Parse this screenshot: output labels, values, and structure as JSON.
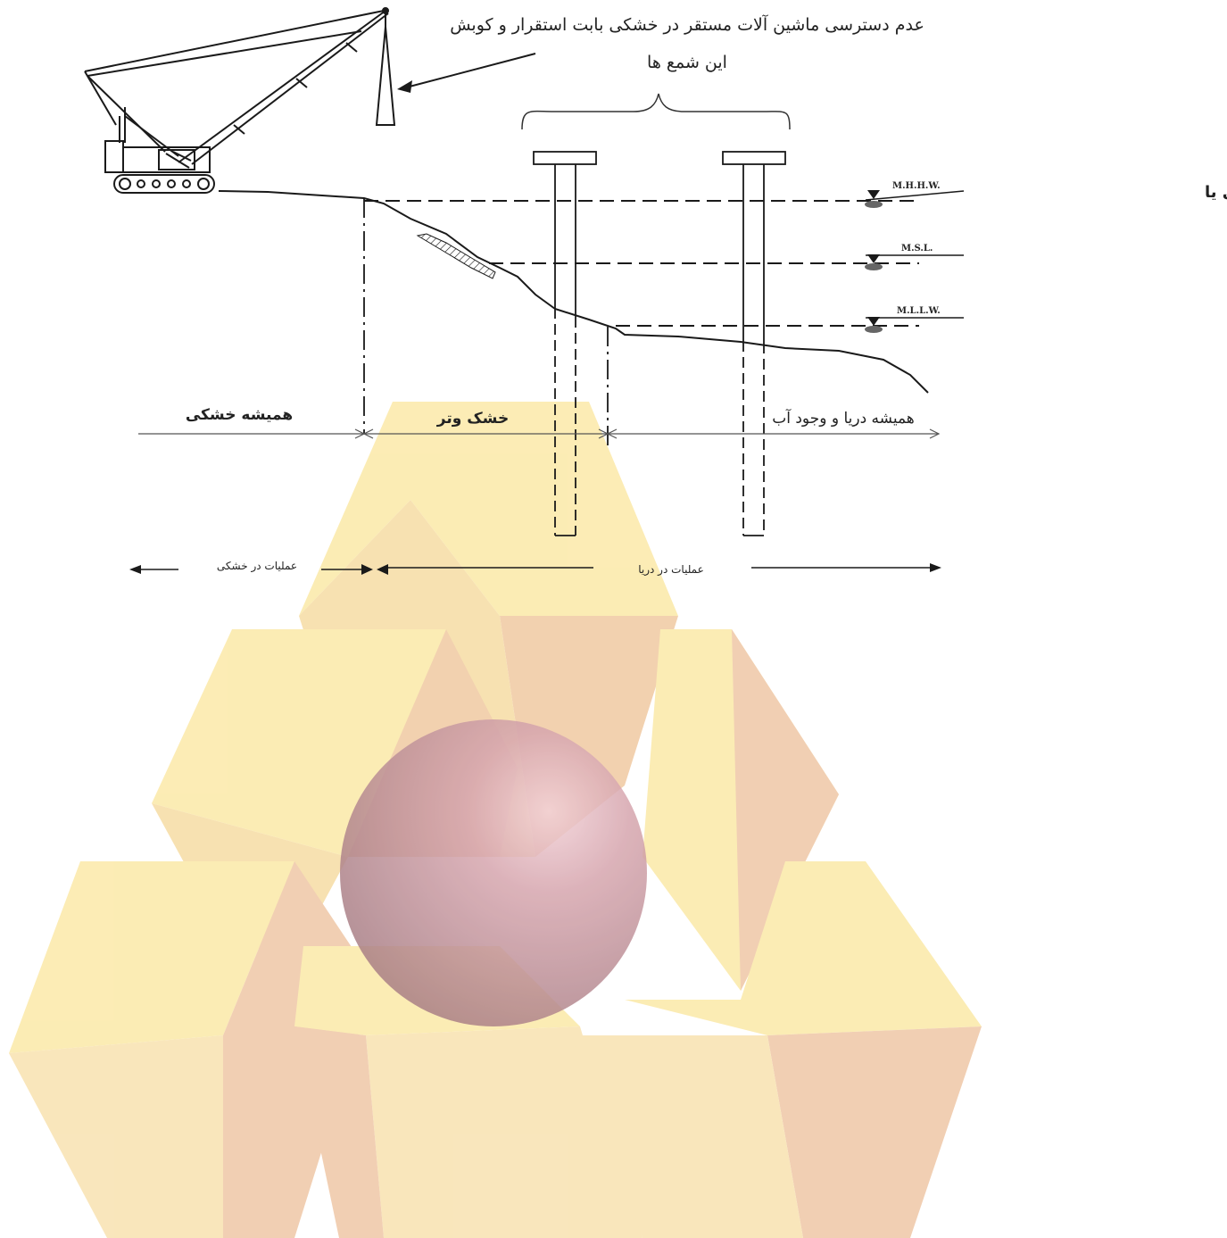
{
  "annotations": {
    "note_line1": "عدم دسترسی ماشین آلات مستقر در خشکی بابت استقرار و کوبش",
    "note_line2": "این شمع ها",
    "datum_label": "تراز صفر اشل سرسره بندر انزلی  یا"
  },
  "water_levels": [
    {
      "name": "M.H.H.W."
    },
    {
      "name": "M.S.L."
    },
    {
      "name": "M.L.L.W."
    }
  ],
  "zones": {
    "always_dry": "همیشه خشکی",
    "wet_dry": "خشک وتر",
    "always_sea": "همیشه دریا و وجود آب"
  },
  "operations": {
    "land": "عملیات در خشکی",
    "sea": "عملیات در دریا"
  },
  "colors": {
    "line": "#1a1a1a",
    "watermark_light": "#fbe8a6",
    "watermark_mid": "#f5d7a0",
    "watermark_dark": "#efcaa8",
    "sphere": "#b98089"
  }
}
